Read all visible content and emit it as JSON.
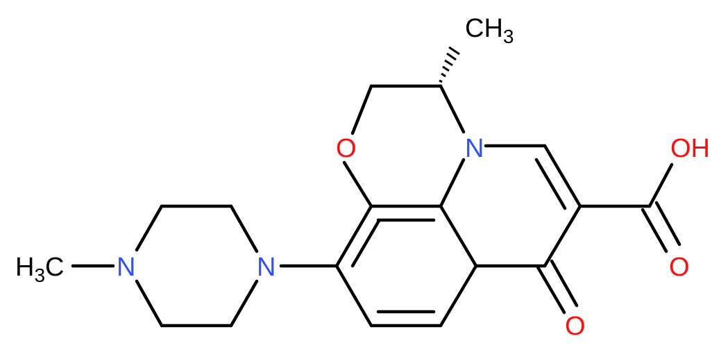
{
  "molecule": {
    "atoms": {
      "methyl_top": {
        "main": "CH",
        "sub": "3",
        "color": "#000000"
      },
      "methyl_left": {
        "pre": "H",
        "sub": "3",
        "main": "C",
        "color": "#000000"
      },
      "ring_oxygen": {
        "text": "O",
        "color": "#ff0d0d"
      },
      "ring_nitrogen": {
        "text": "N",
        "color": "#3050f8"
      },
      "piperazine_n1": {
        "text": "N",
        "color": "#3050f8"
      },
      "piperazine_n4": {
        "text": "N",
        "color": "#3050f8"
      },
      "hydroxyl": {
        "text": "OH",
        "color": "#ff0d0d"
      },
      "carbonyl_acid_o": {
        "text": "O",
        "color": "#ff0d0d"
      },
      "ketone_o": {
        "text": "O",
        "color": "#ff0d0d"
      }
    }
  }
}
